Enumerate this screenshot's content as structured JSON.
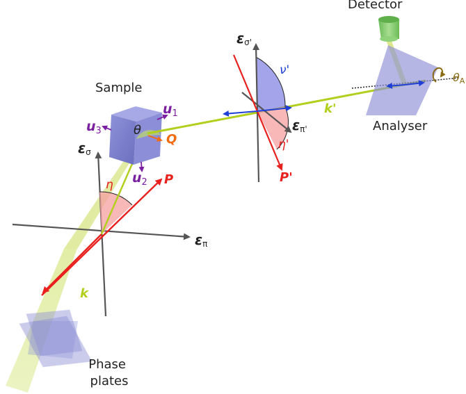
{
  "labels": {
    "detector": "Detector",
    "sample": "Sample",
    "analyser": "Analyser",
    "phase_plates": [
      "Phase",
      "plates"
    ],
    "eps": "ε",
    "eps_sigma_sub": "σ",
    "eps_pi_sub": "π",
    "eps_sigma_prime_sub": "σ'",
    "eps_pi_prime_sub": "π'",
    "u_symbol": "u",
    "u1_sub": "1",
    "u2_sub": "2",
    "u3_sub": "3",
    "theta": "θ",
    "theta_a": "θ",
    "theta_a_sub": "A",
    "Q": "Q",
    "P": "P",
    "P_prime": "P'",
    "k": "k",
    "k_prime": "k'",
    "eta": "η",
    "eta_prime": "η'",
    "nu_prime": "ν'"
  },
  "colors": {
    "beam": "#b3cf1e",
    "polarization": "#e8201e",
    "analyser_axis": "#1f3fd6",
    "sample_u": "#7b1fa2",
    "Q_vector": "#f26b0f",
    "axis": "#555555",
    "plate_fill": "#8d8fd6",
    "eta_fill": "#f5a0a0",
    "nu_fill": "#5a5ad8",
    "detector": "#7fc96a",
    "rotation_arrow": "#8a6a12"
  }
}
